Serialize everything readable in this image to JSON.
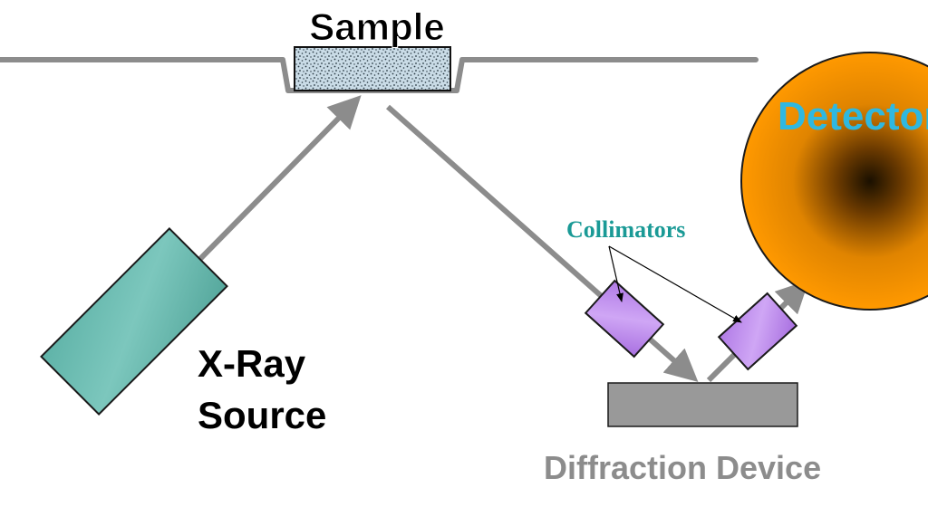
{
  "labels": {
    "sample": "Sample",
    "xray_line1": "X-Ray",
    "xray_line2": "Source",
    "collimators": "Collimators",
    "detector": "Detector",
    "diffraction_device": "Diffraction Device"
  },
  "colors": {
    "beam": "#8c8c8c",
    "xray_source": "#5fb3a8",
    "collimator": "#bb88ee",
    "detector": "#ff9900",
    "detector_center": "#1a1000",
    "diffraction_device": "#999999",
    "sample_fill": "#c9dbe6",
    "collimator_label": "#1a9a96",
    "detector_label": "#2fb8e0",
    "device_label": "#8c8c8c"
  }
}
